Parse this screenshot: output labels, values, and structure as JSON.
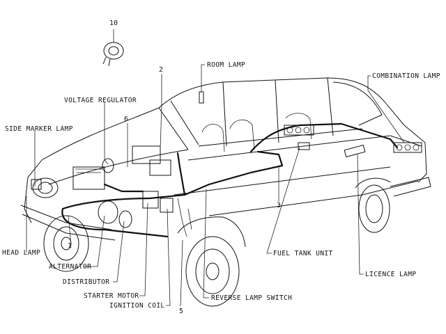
{
  "labels": {
    "room_lamp": "ROOM LAMP",
    "combination_lamp": "COMBINATION LAMP",
    "voltage_regulator": "VOLTAGE REGULATOR",
    "side_marker_lamp": "SIDE MARKER LAMP",
    "head_lamp": "HEAD LAMP",
    "alternator": "ALTERNATOR",
    "distributor": "DISTRIBUTOR",
    "starter_motor": "STARTER MOTOR",
    "ignition_coil": "IGNITION COIL",
    "reverse_lamp_switch": "REVERSE LAMP SWITCH",
    "fuel_tank_unit": "FUEL TANK UNIT",
    "licence_lamp": "LICENCE LAMP"
  },
  "numbers": {
    "n1": "1",
    "n2": "2",
    "n3": "3",
    "n5": "5",
    "n6": "6",
    "n10": "10"
  }
}
